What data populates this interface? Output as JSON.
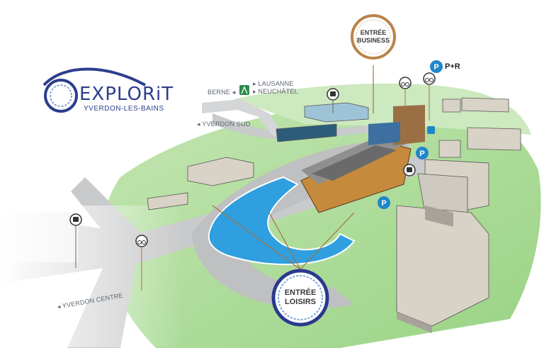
{
  "logo": {
    "name": "EXPLORiT",
    "location": "YVERDON-LES-BAINS"
  },
  "entrances": {
    "business": {
      "line1": "ENTRÉE",
      "line2": "BUSINESS"
    },
    "loisirs": {
      "line1": "ENTRÉE",
      "line2": "LOISIRS"
    }
  },
  "parking": {
    "symbol": "P",
    "park_and_ride": "P+R"
  },
  "directions": {
    "berne": "BERNE",
    "lausanne": "LAUSANNE",
    "neuchatel": "NEUCHÂTEL",
    "yverdon_sud": "YVERDON SUD",
    "yverdon_centre": "YVERDON CENTRE"
  },
  "icons": [
    "bus-icon",
    "bike-icon",
    "parking-icon",
    "wheelchair-icon",
    "motorway-icon"
  ],
  "colors": {
    "brand_blue": "#2c3e8c",
    "entrance_ring_business": "#b9844a",
    "entrance_ring_loisirs": "#2a3a8e",
    "parking_blue": "#1f86c9",
    "grass": "#a5d88f",
    "road": "#c9cacb",
    "water": "#2f9fe0",
    "building_copper": "#c58a3c"
  }
}
